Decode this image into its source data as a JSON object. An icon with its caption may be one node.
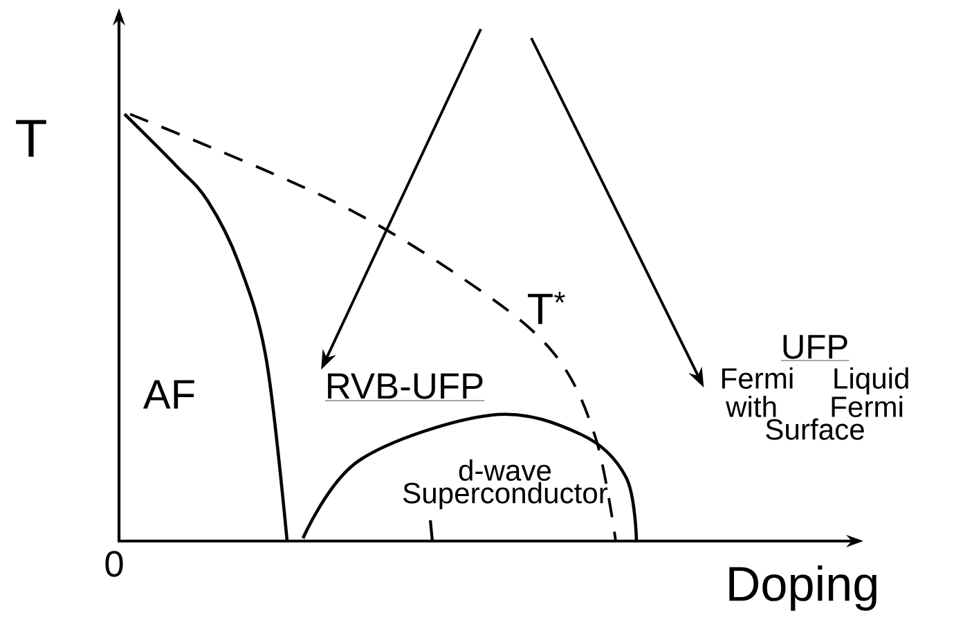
{
  "diagram": {
    "nodes": [
      {
        "text": [
          "RVB-UFP"
        ]
      },
      {
        "text": [
          "UFP",
          "Fermi Liquid with Fermi Surface"
        ]
      }
    ],
    "edges": [
      {
        "from": null,
        "to": 0,
        "arrow": "to"
      },
      {
        "from": null,
        "to": 1,
        "arrow": "to"
      }
    ],
    "labels": [
      "T",
      "0",
      "Doping",
      "AF",
      "T$^{*}$",
      "d-wave Superconductor"
    ]
  }
}
